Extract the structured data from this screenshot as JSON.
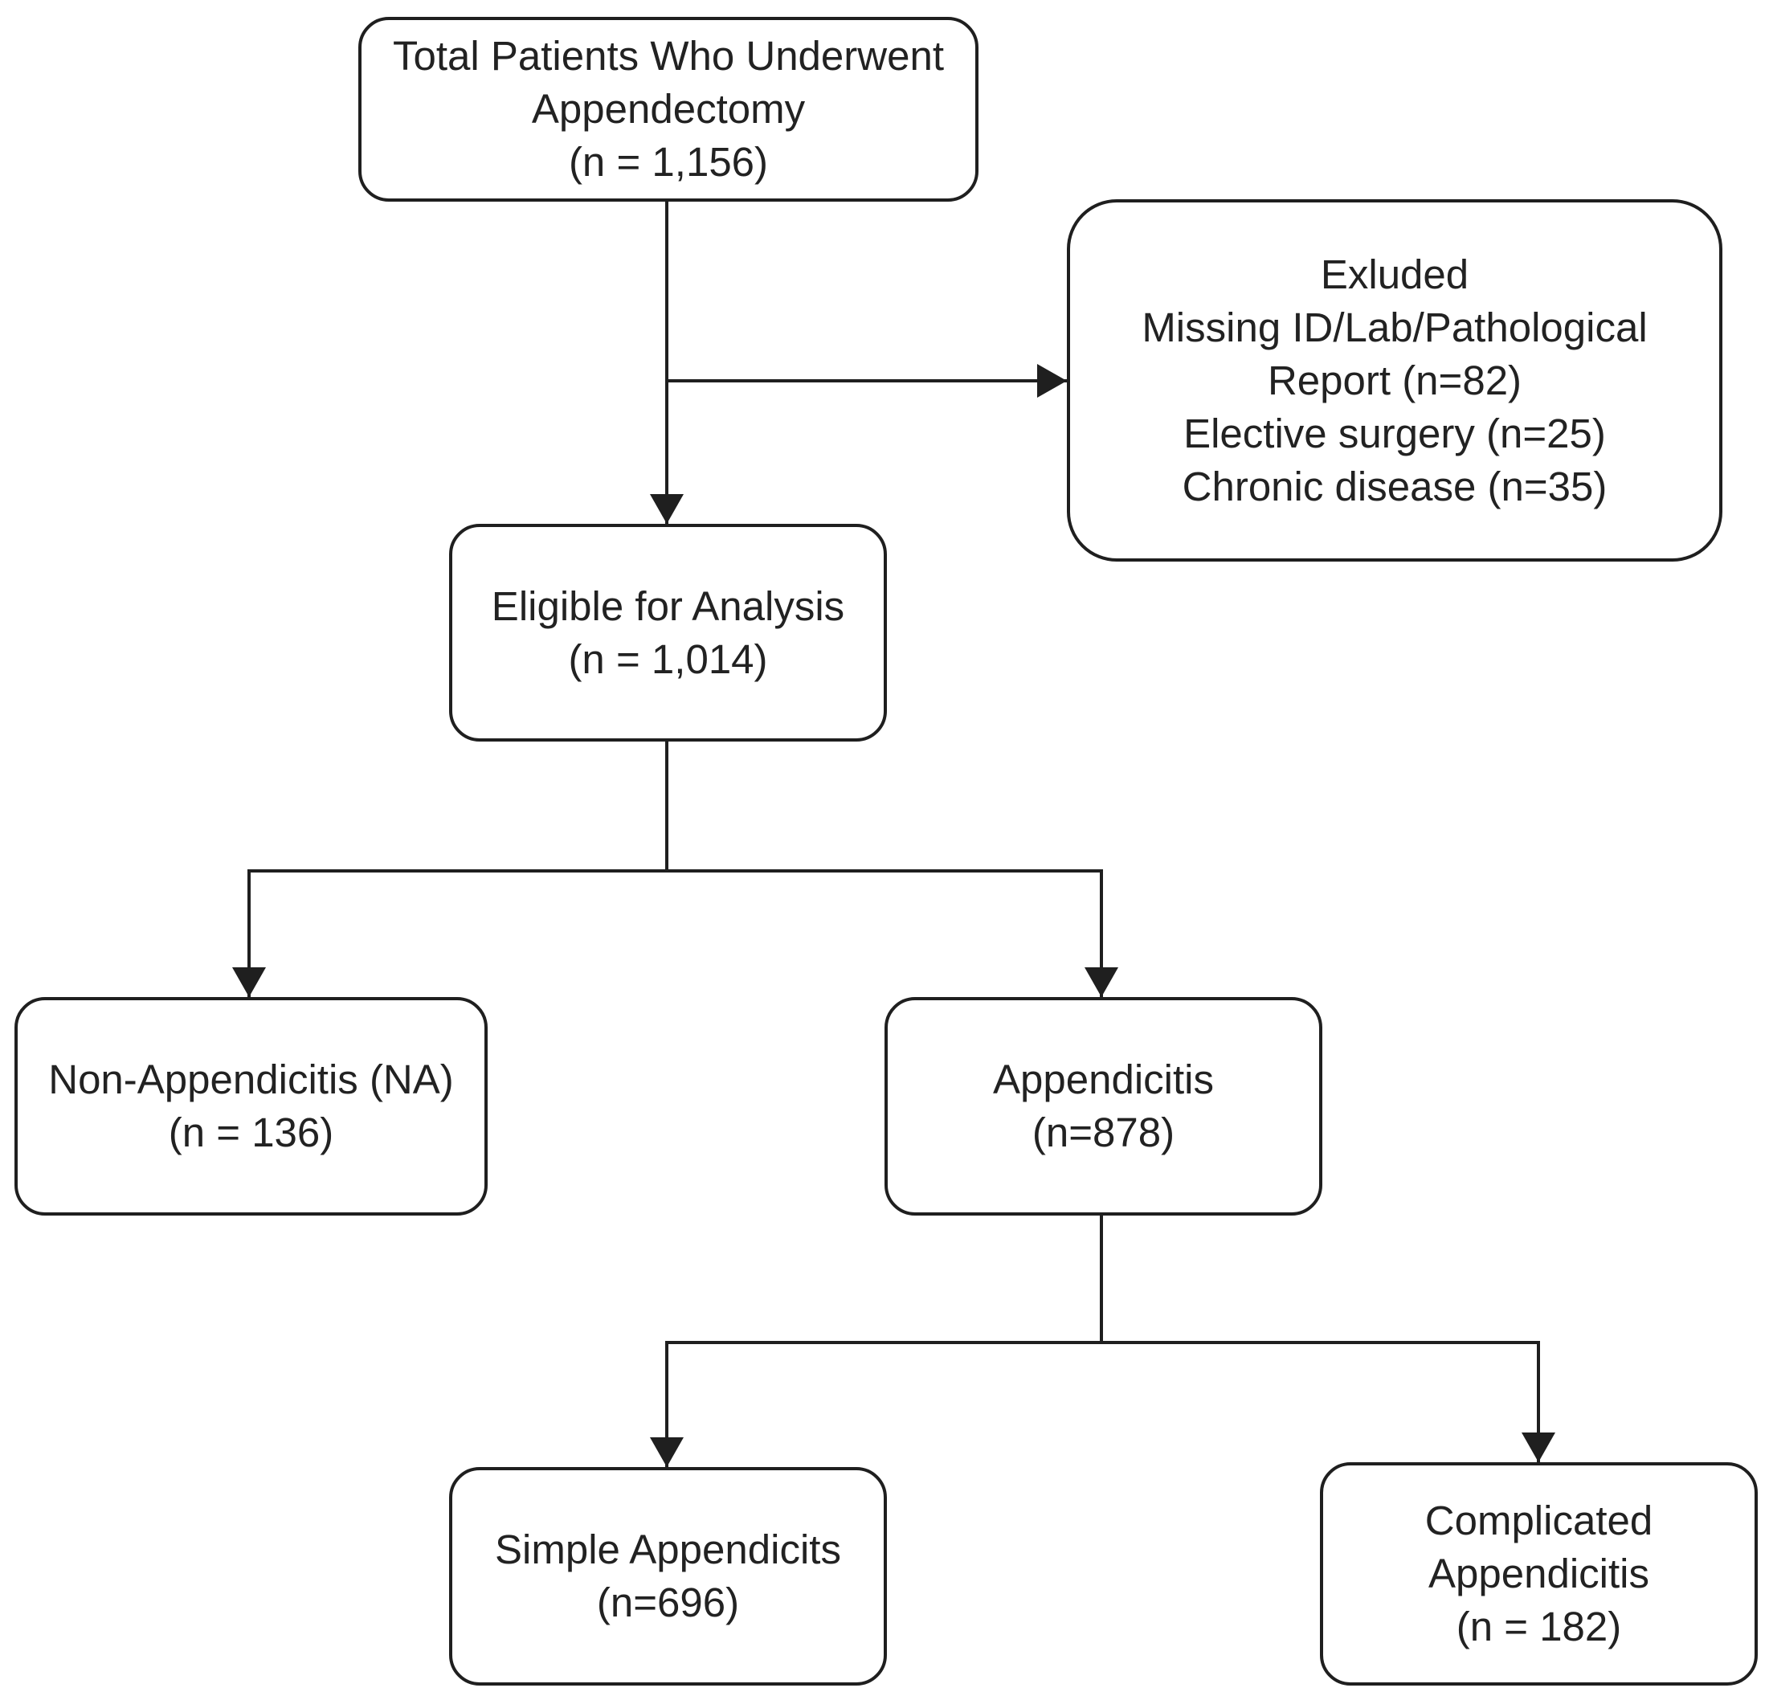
{
  "diagram": {
    "nodes": {
      "total": {
        "lines": [
          "Total Patients Who Underwent",
          "Appendectomy",
          "(n = 1,156)"
        ]
      },
      "excluded": {
        "lines": [
          "Exluded",
          "Missing ID/Lab/Pathological",
          "Report (n=82)",
          "Elective surgery (n=25)",
          "Chronic disease (n=35)"
        ]
      },
      "eligible": {
        "lines": [
          "Eligible for Analysis",
          "(n = 1,014)"
        ]
      },
      "non_appendicitis": {
        "lines": [
          "Non-Appendicitis (NA)",
          "(n = 136)"
        ]
      },
      "appendicitis": {
        "lines": [
          "Appendicitis",
          "(n=878)"
        ]
      },
      "simple": {
        "lines": [
          "Simple Appendicits",
          "(n=696)"
        ]
      },
      "complicated": {
        "lines": [
          "Complicated",
          "Appendicitis",
          "(n = 182)"
        ]
      }
    },
    "colors": {
      "stroke": "#1f1f1f",
      "text": "#222222",
      "background": "#ffffff"
    }
  }
}
